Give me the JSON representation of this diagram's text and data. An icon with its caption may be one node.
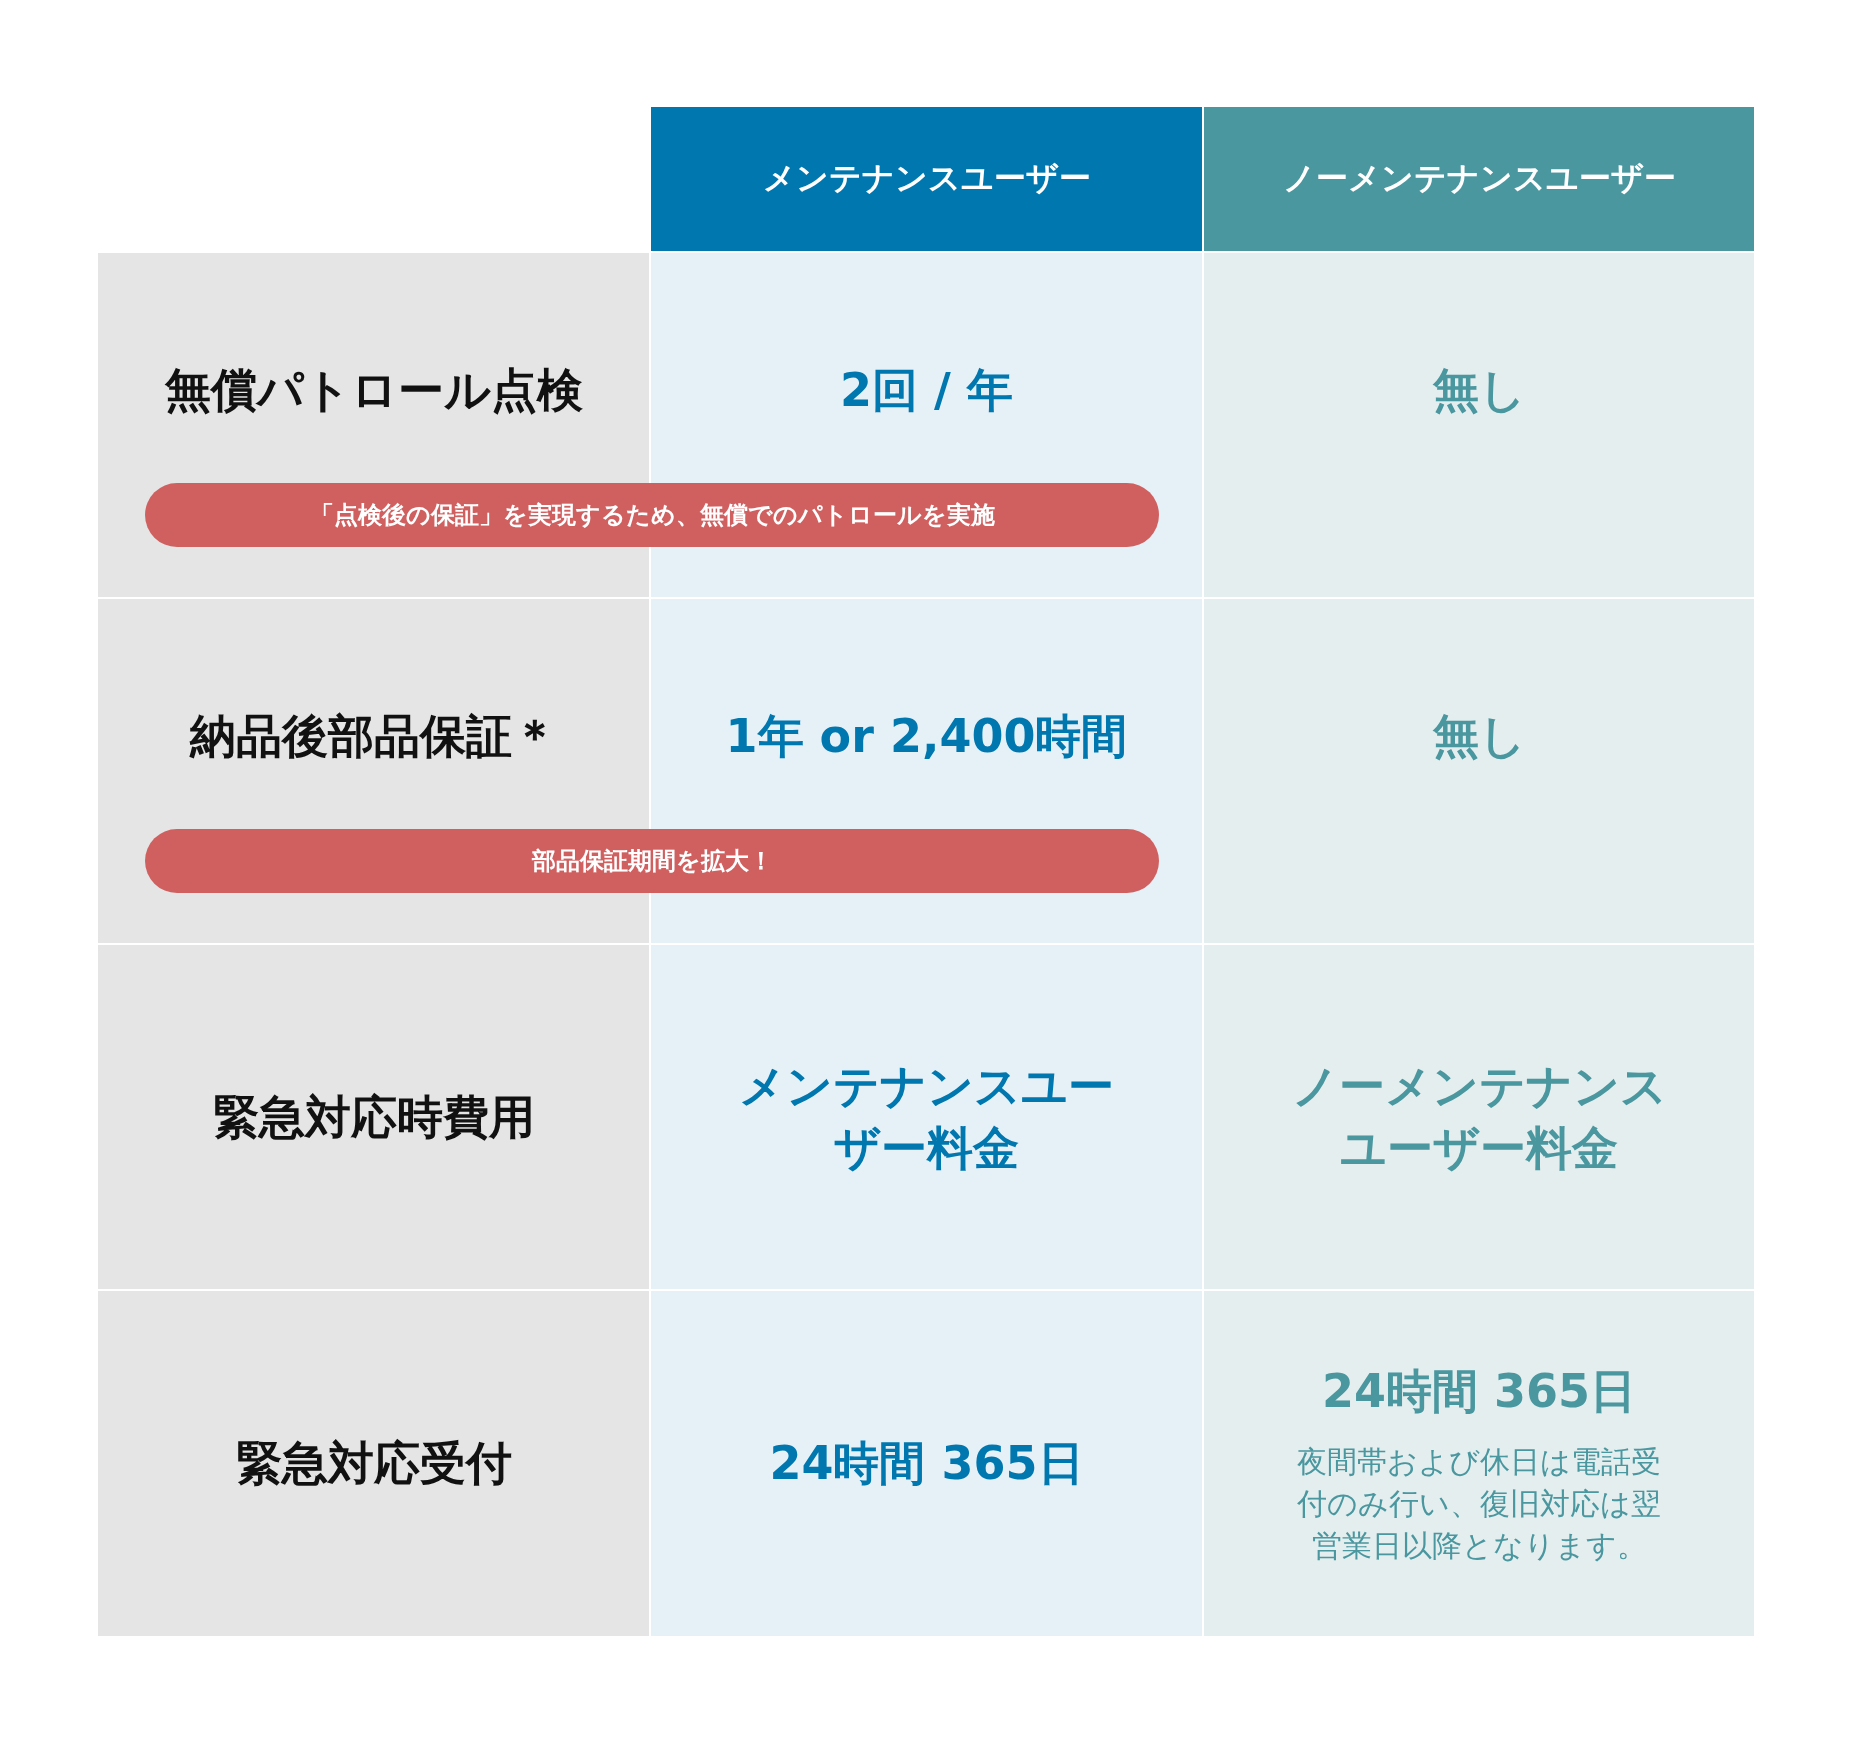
{
  "diagram": {
    "labels": [
      "メンテナンスユーザー",
      "ノーメンテナンスユーザー",
      "無償パトロール点検",
      "2回 / 年",
      "無し",
      "「点検後の保証」を実現するため、無償でのパトロールを実施",
      "納品後部品保証＊",
      "1年 or 2,400時間",
      "無し",
      "部品保証期間を拡大！",
      "緊急対応時費用",
      "メンテナンスユーザー料金",
      "ノーメンテナンスユーザー料金",
      "緊急対応受付",
      "24時間 365日",
      "24時間 365日",
      "夜間帯および休日は電話受付のみ行い、復旧対応は翌営業日以降となります。"
    ]
  }
}
